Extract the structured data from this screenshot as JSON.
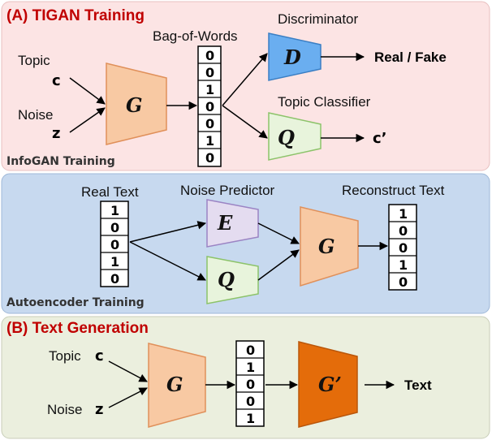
{
  "section_a": {
    "title": "(A) TIGAN Training",
    "subtitle": "InfoGAN Training",
    "topic_label": "Topic",
    "topic_var": "c",
    "noise_label": "Noise",
    "noise_var": "z",
    "generator": "G",
    "bow_label": "Bag-of-Words",
    "bow_bits": [
      "0",
      "0",
      "1",
      "0",
      "0",
      "1",
      "0"
    ],
    "discriminator_label": "Discriminator",
    "discriminator": "D",
    "discriminator_output": "Real / Fake",
    "classifier_label": "Topic Classifier",
    "classifier": "Q",
    "classifier_output": "c’"
  },
  "autoencoder": {
    "title": "Autoencoder Training",
    "real_text_label": "Real Text",
    "real_bits": [
      "1",
      "0",
      "0",
      "1",
      "0"
    ],
    "noise_predictor_label": "Noise Predictor",
    "encoder": "E",
    "classifier": "Q",
    "generator": "G",
    "reconstruct_label": "Reconstruct Text",
    "recon_bits": [
      "1",
      "0",
      "0",
      "1",
      "0"
    ]
  },
  "section_b": {
    "title": "(B) Text Generation",
    "topic_label": "Topic",
    "topic_var": "c",
    "noise_label": "Noise",
    "noise_var": "z",
    "generator": "G",
    "bits": [
      "0",
      "1",
      "0",
      "0",
      "1"
    ],
    "generator2": "G’",
    "output": "Text"
  },
  "colors": {
    "panel_a": "#fce4e4",
    "panel_ae": "#c7d9ef",
    "panel_b": "#ebefde",
    "generator_fill": "#f8c9a3",
    "generator_stroke": "#e0905a",
    "discriminator_fill": "#6aaef0",
    "discriminator_stroke": "#3b7fc4",
    "classifier_fill": "#e8f4dc",
    "classifier_stroke": "#8cc36a",
    "encoder_fill": "#e4dcf0",
    "encoder_stroke": "#9b84c4",
    "generator2_fill": "#e46c0a",
    "title_red": "#c00000"
  }
}
